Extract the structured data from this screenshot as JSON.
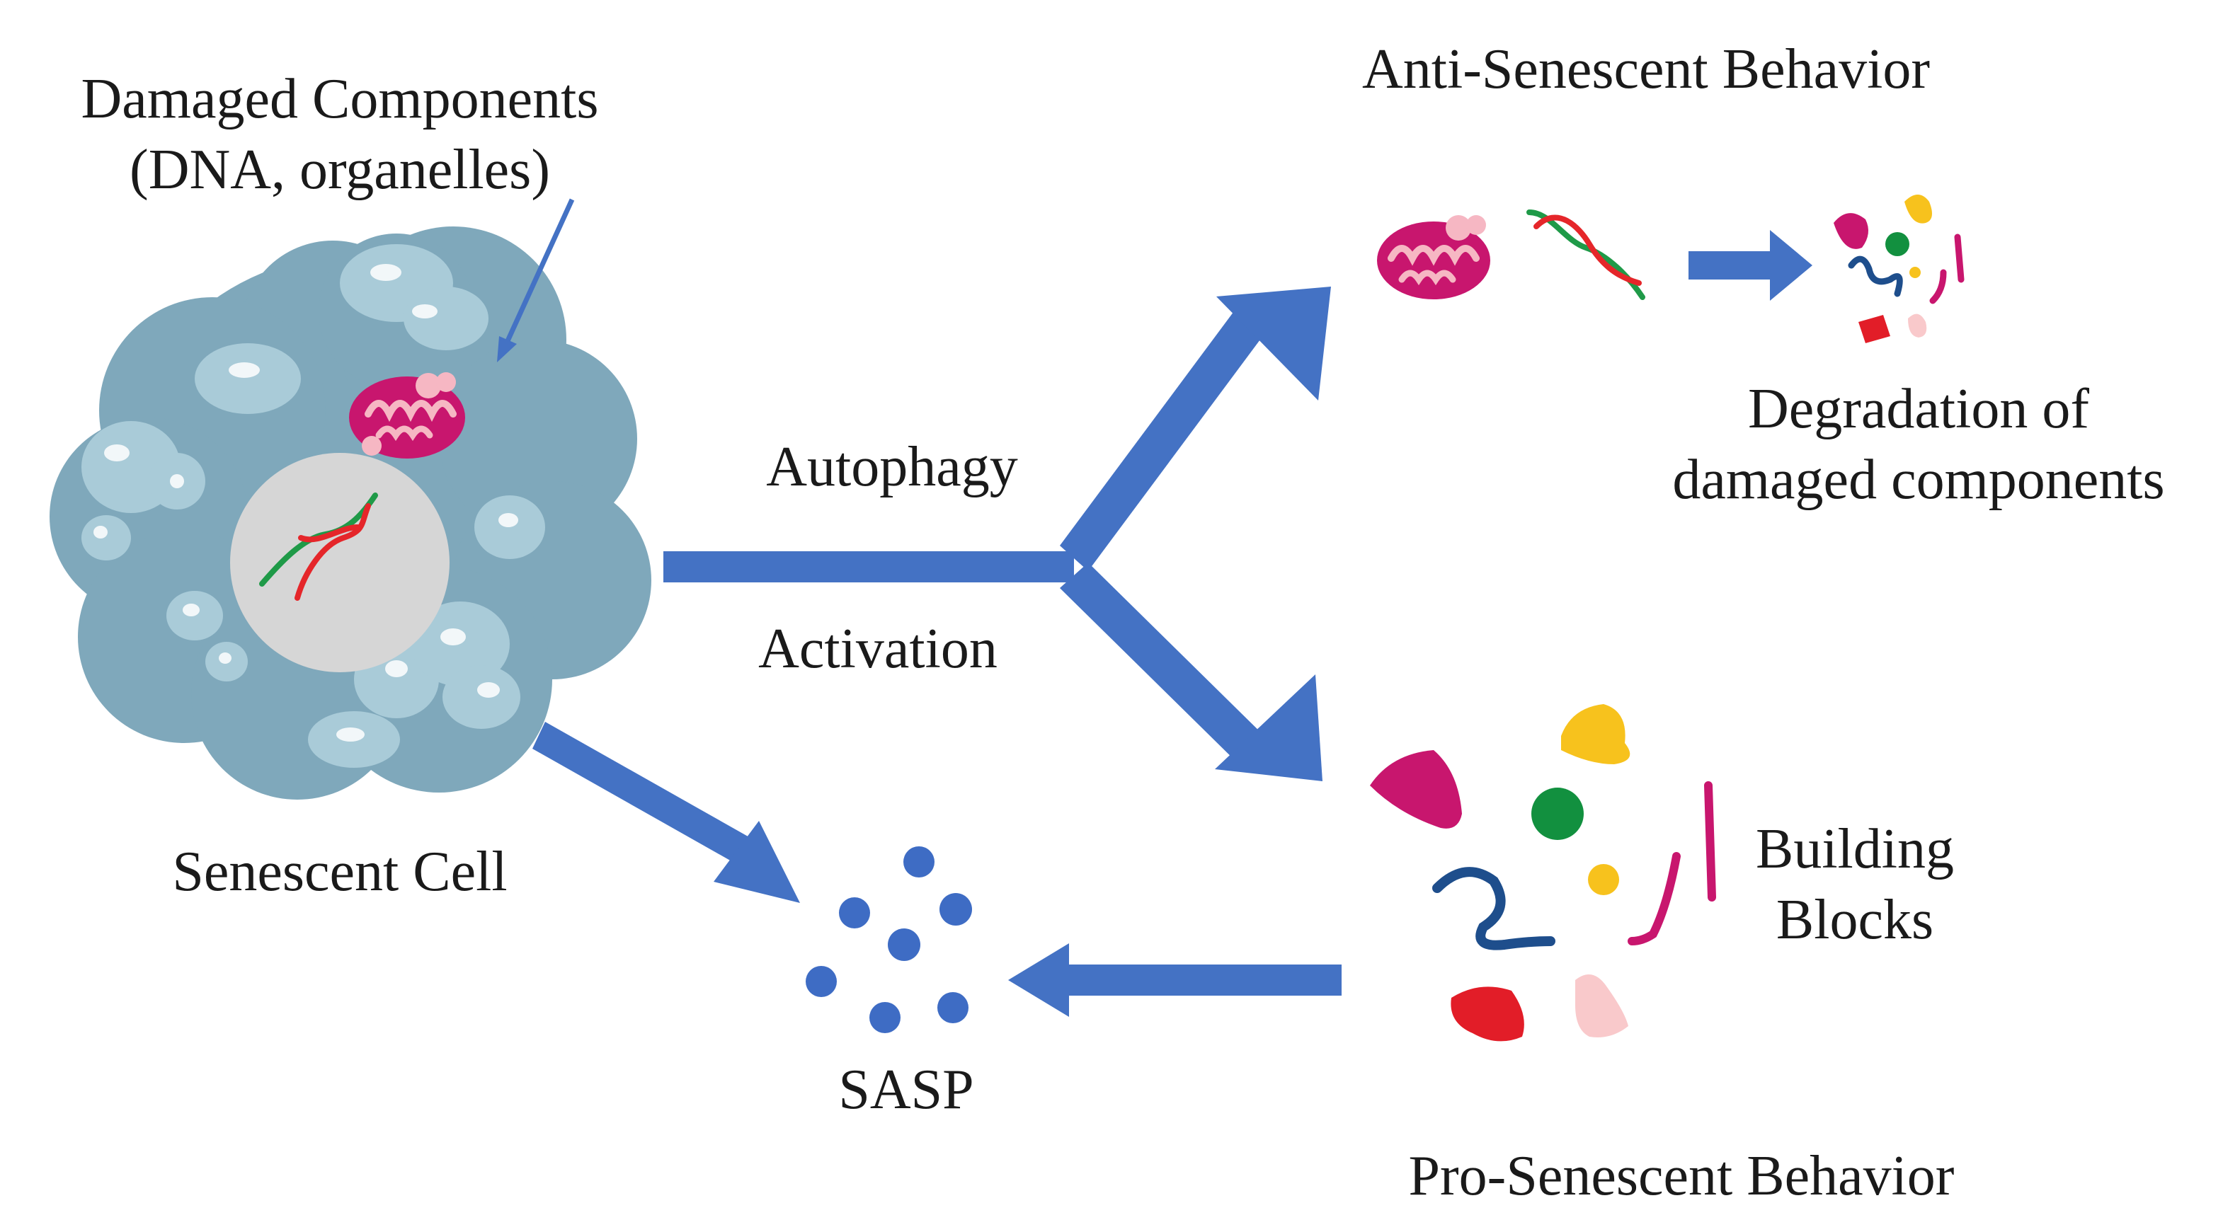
{
  "labels": {
    "damaged_line1": "Damaged Components",
    "damaged_line2": "(DNA, organelles)",
    "senescent_cell": "Senescent Cell",
    "autophagy": "Autophagy",
    "activation": "Activation",
    "anti_senescent": "Anti-Senescent Behavior",
    "degradation_line1": "Degradation of",
    "degradation_line2": "damaged components",
    "building_line1": "Building",
    "building_line2": "Blocks",
    "sasp": "SASP",
    "pro_senescent": "Pro-Senescent Behavior"
  },
  "colors": {
    "arrow": "#4472c4",
    "cell_body": "#7fa8bb",
    "vesicle": "#a9cbd8",
    "nucleus": "#d6d6d6",
    "mitochondrion": "#c8166e",
    "mito_accent": "#f6b7c3",
    "dna_red": "#e5262a",
    "dna_green": "#1f9a48",
    "sasp_dot": "#3e6cc4",
    "block_yellow": "#f7c21d",
    "block_green": "#12903f",
    "block_navy": "#1e4e8c",
    "block_red": "#e21d28",
    "block_pink": "#f9c9cb"
  }
}
